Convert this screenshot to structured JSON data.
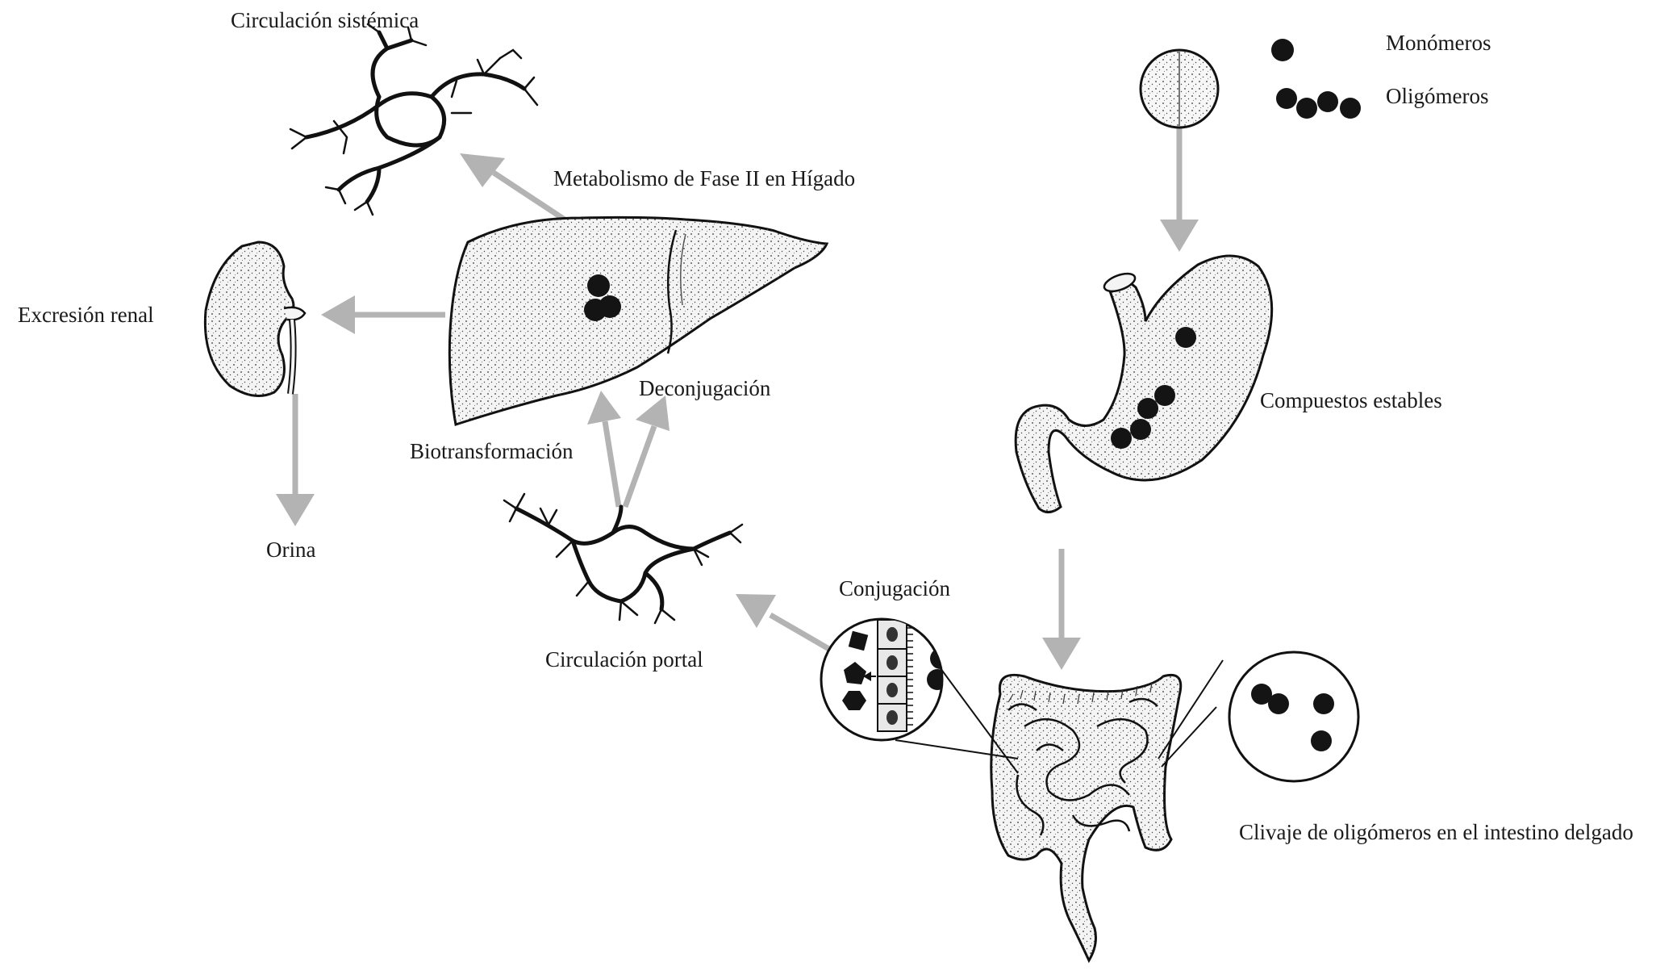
{
  "labels": {
    "circulacion_sistemica": "Circulación sistémica",
    "metabolismo": "Metabolismo de Fase II en Hígado",
    "excrecion_renal": "Excresión renal",
    "orina": "Orina",
    "biotransformacion": "Biotransformación",
    "deconjugacion": "Deconjugación",
    "circulacion_portal": "Circulación portal",
    "conjugacion": "Conjugación",
    "monomeros": "Monómeros",
    "oligomeros": "Oligómeros",
    "compuestos_estables": "Compuestos estables",
    "clivaje": "Clivaje de oligómeros en el intestino delgado"
  },
  "colors": {
    "arrow": "#b3b3b3",
    "ink": "#111111",
    "organ_fill": "#f4f4f4",
    "background": "#ffffff"
  },
  "icons": {
    "monomer": "black-dot",
    "oligomer": "chain-of-black-dots",
    "capsule": "stippled-circle"
  }
}
